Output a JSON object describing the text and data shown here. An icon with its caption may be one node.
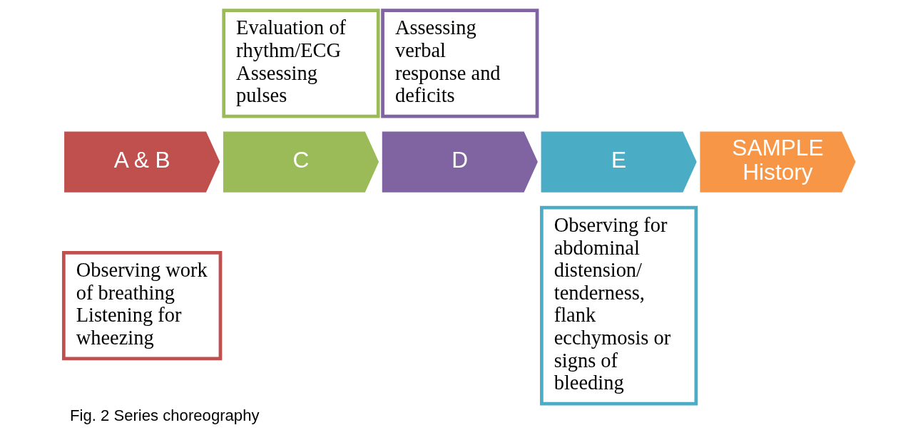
{
  "diagram": {
    "caption": "Fig. 2 Series choreography",
    "nodes": [
      {
        "text": [
          "Evaluation of rhythm/ECG",
          "Assessing pulses"
        ]
      },
      {
        "text": [
          "Assessing verbal response and deficits"
        ]
      },
      {
        "text": [
          "A & B"
        ]
      },
      {
        "text": [
          "C"
        ]
      },
      {
        "text": [
          "D"
        ]
      },
      {
        "text": [
          "E"
        ]
      },
      {
        "text": [
          "SAMPLE History"
        ]
      },
      {
        "text": [
          "Observing work of breathing",
          "Listening for wheezing"
        ]
      },
      {
        "text": [
          "Observing for abdominal distension/ tenderness, flank ecchymosis or signs of bleeding"
        ]
      }
    ],
    "edges": []
  }
}
